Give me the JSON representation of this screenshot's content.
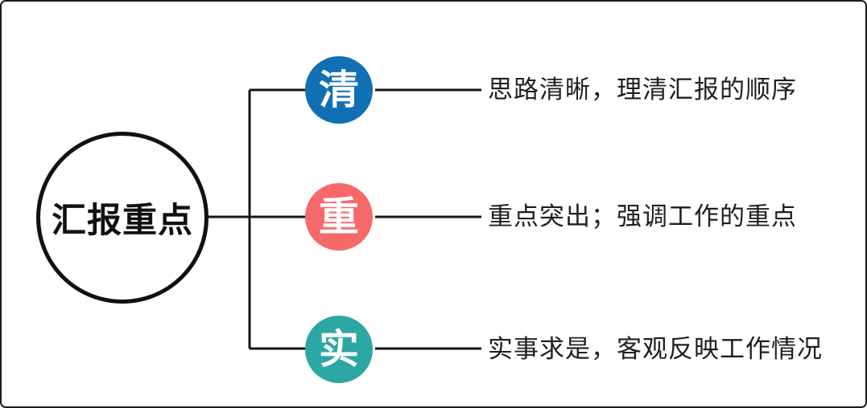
{
  "diagram": {
    "center": {
      "label": "汇报重点"
    },
    "line_color": "#141414",
    "branches": [
      {
        "key": "清",
        "color": "#1170b4",
        "description": "思路清晰，理清汇报的顺序"
      },
      {
        "key": "重",
        "color": "#f5696b",
        "description": "重点突出；强调工作的重点"
      },
      {
        "key": "实",
        "color": "#2da7a3",
        "description": "实事求是，客观反映工作情况"
      }
    ]
  }
}
